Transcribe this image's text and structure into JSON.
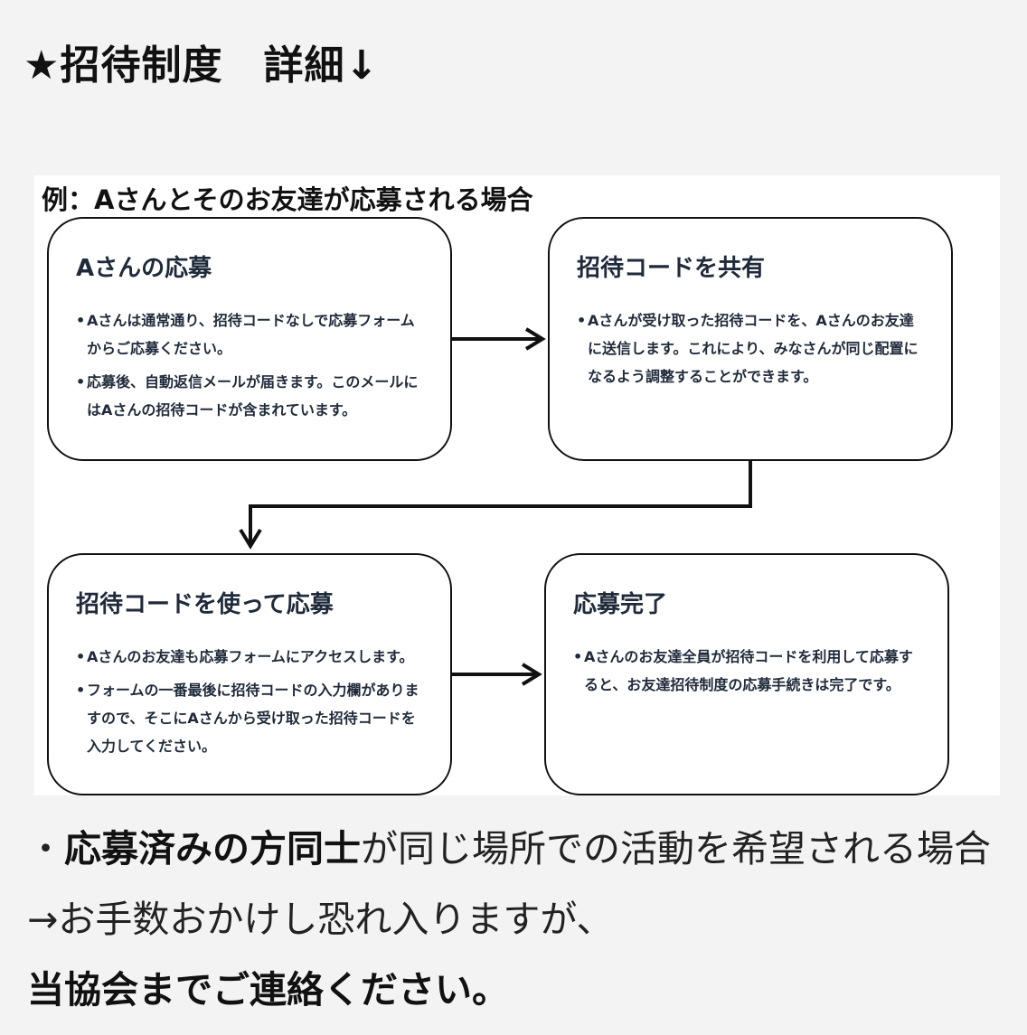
{
  "heading": "★招待制度　詳細↓",
  "diagram": {
    "caption": "例：Aさんとそのお友達が応募される場合",
    "cards": [
      {
        "title": "Aさんの応募",
        "bullets": [
          "Aさんは通常通り、招待コードなしで応募フォームからご応募ください。",
          "応募後、自動返信メールが届きます。このメールにはAさんの招待コードが含まれています。"
        ]
      },
      {
        "title": "招待コードを共有",
        "bullets": [
          "Aさんが受け取った招待コードを、Aさんのお友達に送信します。これにより、みなさんが同じ配置になるよう調整することができます。"
        ]
      },
      {
        "title": "招待コードを使って応募",
        "bullets": [
          "Aさんのお友達も応募フォームにアクセスします。",
          "フォームの一番最後に招待コードの入力欄がありますので、そこにAさんから受け取った招待コードを入力してください。"
        ]
      },
      {
        "title": "応募完了",
        "bullets": [
          "Aさんのお友達全員が招待コードを利用して応募すると、お友達招待制度の応募手続きは完了です。"
        ]
      }
    ]
  },
  "note": {
    "bullet": "・",
    "bold_1": "応募済みの方同士",
    "text_1": "が同じ場所での活動を希望される場合→お手数おかけし恐れ入りますが、",
    "bold_2": "当協会までご連絡ください。"
  },
  "colors": {
    "background": "#f3f3f3",
    "card_text": "#1f2a3a",
    "border": "#111111"
  }
}
